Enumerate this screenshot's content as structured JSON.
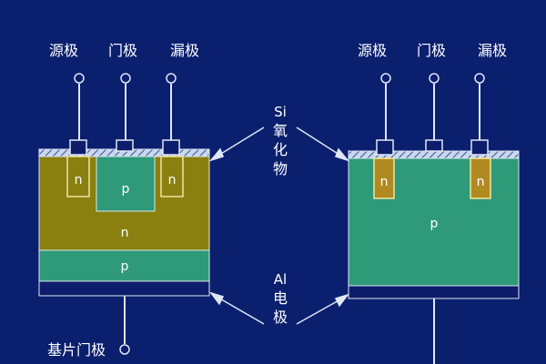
{
  "labels": {
    "source": "源极",
    "gate": "门极",
    "drain": "漏极",
    "oxide_si": "Si",
    "oxide_1": "氧",
    "oxide_2": "化",
    "oxide_3": "物",
    "al": "Al",
    "electrode_1": "电",
    "electrode_2": "极",
    "substrate_gate": "基片门极"
  },
  "regions": {
    "n": "n",
    "p": "p"
  },
  "colors": {
    "background": "#0a1f6e",
    "olive": "#8a8010",
    "green": "#2e9a78",
    "tan": "#b08a20",
    "light_strip": "#b8d0f0",
    "dark_strip": "#0e1d6b",
    "metal": "#0e1d6b",
    "wire": "#dfe6f5",
    "text": "#ffffff"
  }
}
